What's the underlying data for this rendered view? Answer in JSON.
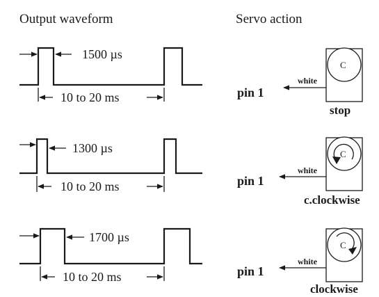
{
  "headers": {
    "left": "Output waveform",
    "right": "Servo action"
  },
  "rows": [
    {
      "pulse_width": "1500 µs",
      "period": "10 to 20 ms",
      "pin_label": "pin 1",
      "wire_label": "white",
      "rotor_letter": "C",
      "action": "stop"
    },
    {
      "pulse_width": "1300 µs",
      "period": "10 to 20 ms",
      "pin_label": "pin 1",
      "wire_label": "white",
      "rotor_letter": "C",
      "action": "c.clockwise"
    },
    {
      "pulse_width": "1700 µs",
      "period": "10 to 20 ms",
      "pin_label": "pin 1",
      "wire_label": "white",
      "rotor_letter": "C",
      "action": "clockwise"
    }
  ]
}
